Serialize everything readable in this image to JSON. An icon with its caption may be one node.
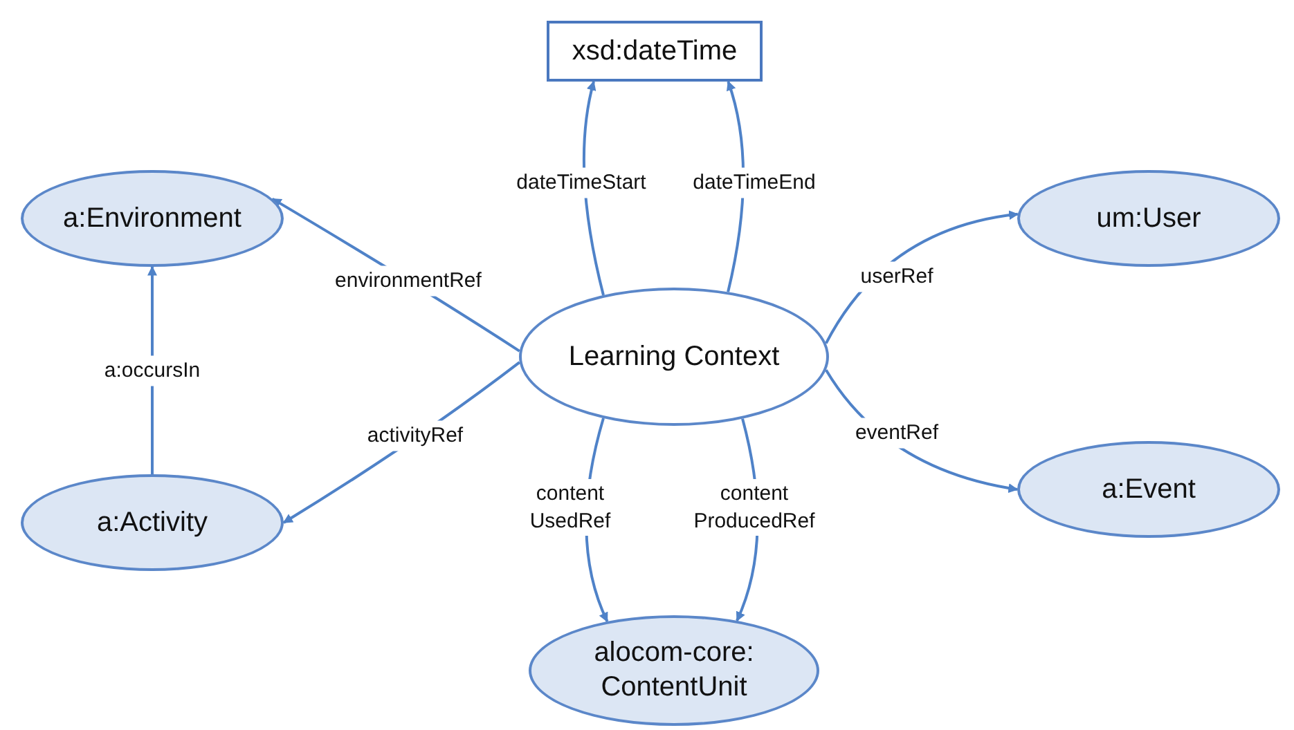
{
  "diagram": {
    "nodes": [
      {
        "text": [
          "xsd:dateTime"
        ]
      },
      {
        "text": [
          "a:Environment"
        ]
      },
      {
        "text": [
          "um:User"
        ]
      },
      {
        "text": [
          "Learning Context"
        ]
      },
      {
        "text": [
          "a:Activity"
        ]
      },
      {
        "text": [
          "a:Event"
        ]
      },
      {
        "text": [
          "alocom-core: ContentUnit"
        ]
      }
    ],
    "edges": [
      {
        "from": 3,
        "to": 0,
        "arrow": "to",
        "label": "dateTimeStart"
      },
      {
        "from": 3,
        "to": 0,
        "arrow": "to",
        "label": "dateTimeEnd"
      },
      {
        "from": 3,
        "to": 1,
        "arrow": "to",
        "label": "environmentRef"
      },
      {
        "from": 3,
        "to": 2,
        "arrow": "to",
        "label": "userRef"
      },
      {
        "from": 4,
        "to": 1,
        "arrow": "to",
        "label": "a:occursIn"
      },
      {
        "from": 3,
        "to": 4,
        "arrow": "to",
        "label": "activityRef"
      },
      {
        "from": 3,
        "to": 5,
        "arrow": "to",
        "label": "eventRef"
      },
      {
        "from": 3,
        "to": 6,
        "arrow": "to",
        "label": "content UsedRef"
      },
      {
        "from": 3,
        "to": 6,
        "arrow": "to",
        "label": "content ProducedRef"
      }
    ]
  }
}
